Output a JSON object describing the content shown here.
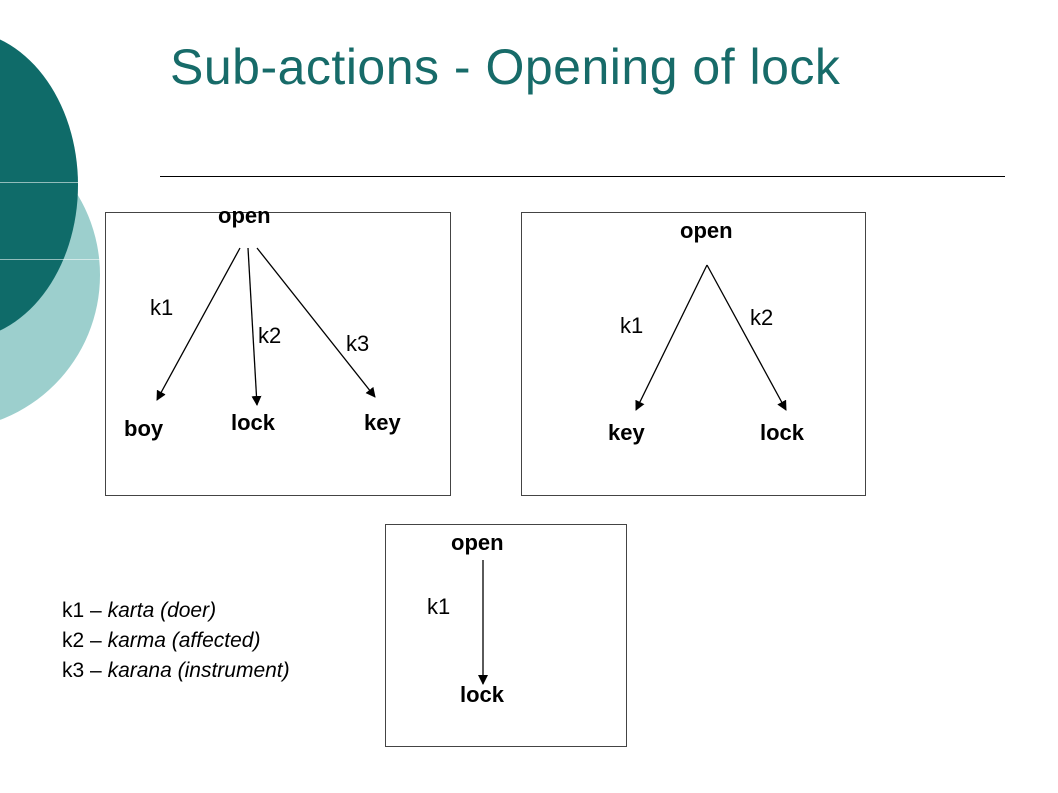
{
  "title": "Sub-actions - Opening of lock",
  "diagrams": [
    {
      "root": "open",
      "children": [
        {
          "edge": "k1",
          "node": "boy"
        },
        {
          "edge": "k2",
          "node": "lock"
        },
        {
          "edge": "k3",
          "node": "key"
        }
      ]
    },
    {
      "root": "open",
      "children": [
        {
          "edge": "k1",
          "node": "key"
        },
        {
          "edge": "k2",
          "node": "lock"
        }
      ]
    },
    {
      "root": "open",
      "children": [
        {
          "edge": "k1",
          "node": "lock"
        }
      ]
    }
  ],
  "legend": [
    {
      "code": "k1",
      "sep": "–",
      "meaning": "karta (doer)"
    },
    {
      "code": "k2",
      "sep": "–",
      "meaning": "karma (affected)"
    },
    {
      "code": "k3",
      "sep": "–",
      "meaning": "karana (instrument)"
    }
  ],
  "colors": {
    "title": "#176b69",
    "deco_dark": "#0f6b69",
    "deco_light": "#9ccfcd"
  }
}
